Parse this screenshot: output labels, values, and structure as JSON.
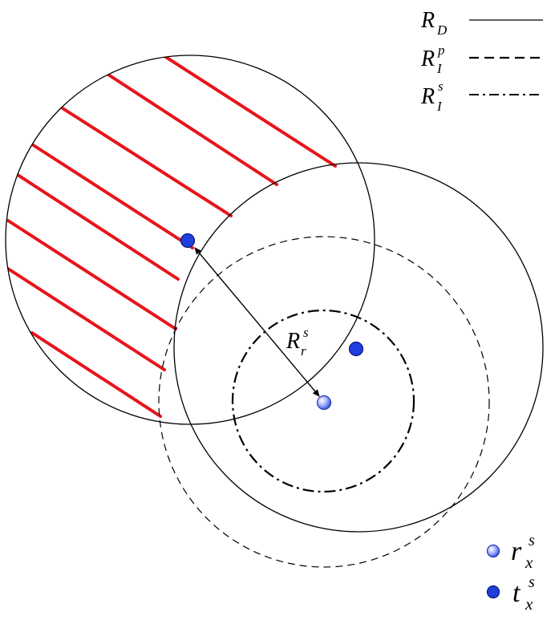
{
  "legend": {
    "items": [
      {
        "main": "R",
        "sub": "D",
        "sup": "",
        "style": "solid"
      },
      {
        "main": "R",
        "sub": "I",
        "sup": "p",
        "style": "dashed"
      },
      {
        "main": "R",
        "sub": "I",
        "sup": "s",
        "style": "dash-dot"
      }
    ]
  },
  "distance_label": {
    "main": "R",
    "sub": "r",
    "sup": "s"
  },
  "node_legend": {
    "items": [
      {
        "main": "r",
        "sub": "x",
        "sup": "s",
        "icon": "gradient-node-icon"
      },
      {
        "main": "t",
        "sub": "x",
        "sup": "s",
        "icon": "blue-node-icon"
      }
    ]
  },
  "colors": {
    "hatch": "#e8141b",
    "node_blue": "#1f3fdc",
    "node_light": "#a9b6ff",
    "stroke": "#000000"
  }
}
